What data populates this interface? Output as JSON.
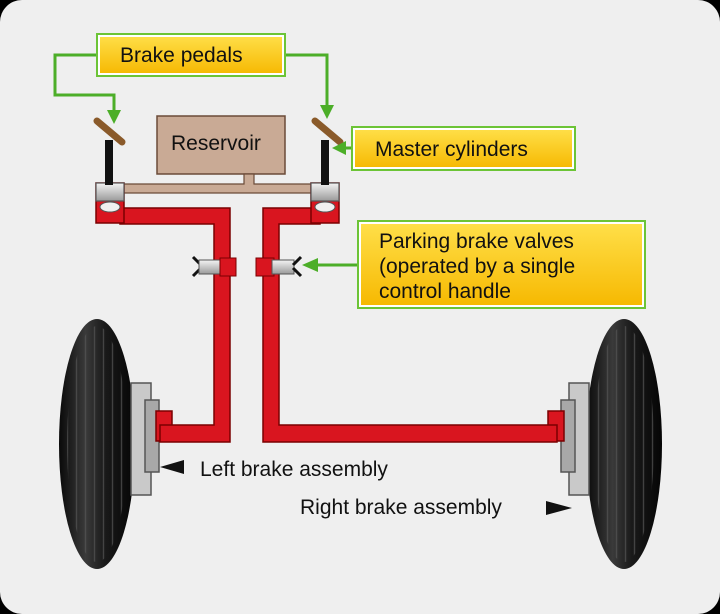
{
  "labels": {
    "brake_pedals": "Brake pedals",
    "reservoir": "Reservoir",
    "master_cylinders": "Master cylinders",
    "parking_valves": [
      "Parking brake valves",
      "(operated by a single",
      "control handle"
    ],
    "left_brake": "Left brake assembly",
    "right_brake": "Right brake assembly"
  },
  "colors": {
    "background": "#efefef",
    "brake_line": "#d9151f",
    "callout_fill": "#fcd020",
    "callout_border": "#6cc436",
    "arrow": "#4cae28",
    "reservoir": "#c9aa95",
    "tire": "#111111"
  }
}
